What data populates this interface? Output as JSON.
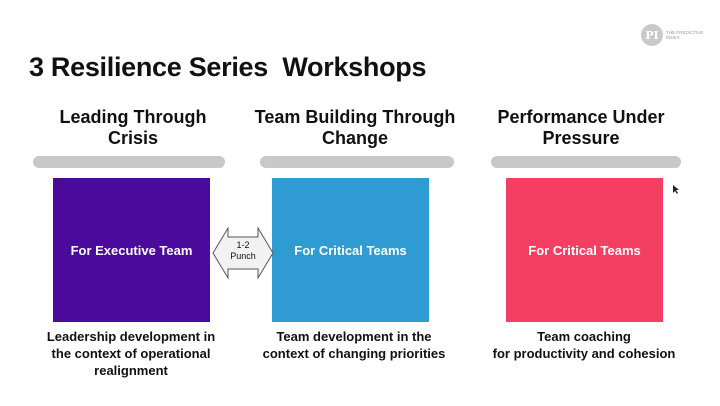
{
  "header": {
    "title": "3 Resilience Series  Workshops",
    "logo_mark": "PI",
    "logo_text": "THE PREDICTIVE INDEX"
  },
  "workshops": [
    {
      "heading": "Leading Through Crisis",
      "box_label": "For Executive Team",
      "description": "Leadership development in the context of operational realignment",
      "color": "#4a0a9c"
    },
    {
      "heading": "Team Building Through Change",
      "box_label": "For Critical Teams",
      "description": "Team development in the context of changing priorities",
      "color": "#2e9bd3"
    },
    {
      "heading": "Performance Under Pressure",
      "box_label": "For Critical Teams",
      "description": "Team coaching for productivity and cohesion",
      "color": "#f53f62"
    }
  ],
  "connector": {
    "label": "1-2 Punch"
  },
  "colors": {
    "rail": "#c8c8c8",
    "background": "#ffffff",
    "text": "#111111"
  }
}
